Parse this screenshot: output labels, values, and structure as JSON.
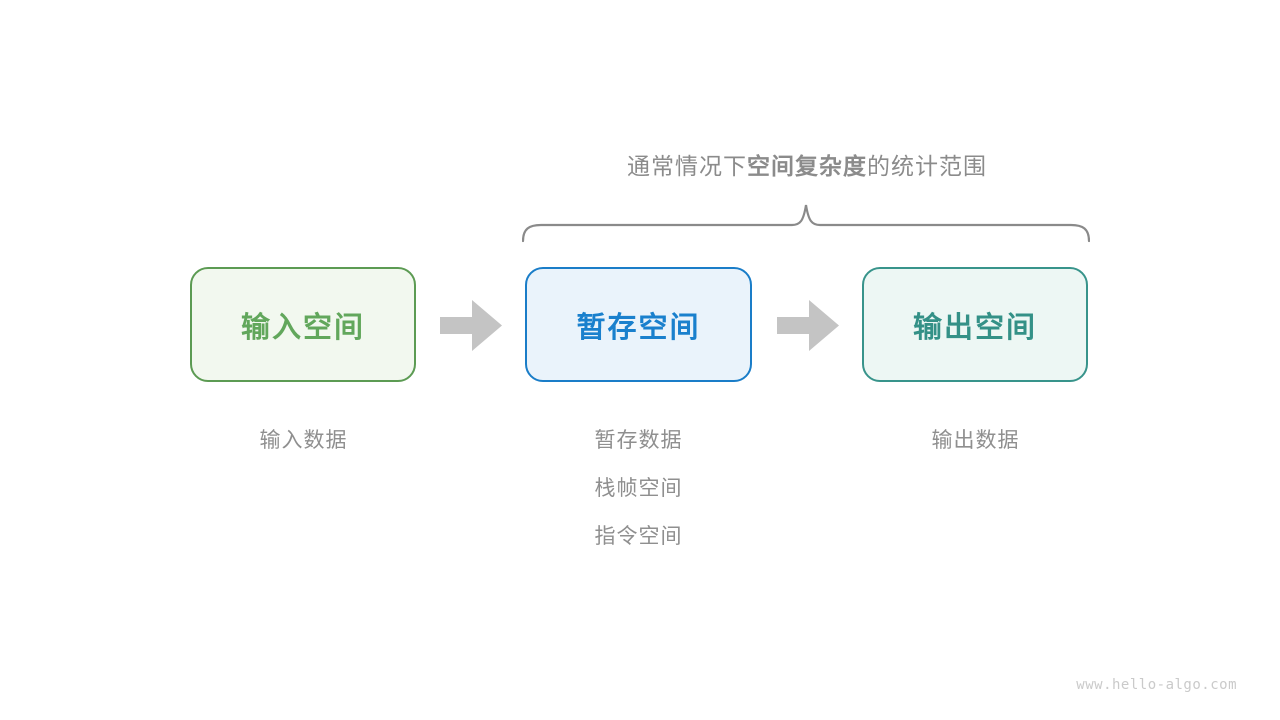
{
  "title": {
    "prefix": "通常情况下",
    "bold": "空间复杂度",
    "suffix": "的统计范围"
  },
  "boxes": [
    {
      "label": "输入空间",
      "text_color": "#62a75c",
      "border_color": "#5c9b53",
      "bg_color": "#f2f8ef",
      "sub_labels": [
        "输入数据"
      ]
    },
    {
      "label": "暂存空间",
      "text_color": "#1a80cd",
      "border_color": "#1a7dc8",
      "bg_color": "#eaf3fb",
      "sub_labels": [
        "暂存数据",
        "栈帧空间",
        "指令空间"
      ]
    },
    {
      "label": "输出空间",
      "text_color": "#349187",
      "border_color": "#38948b",
      "bg_color": "#edf7f4",
      "sub_labels": [
        "输出数据"
      ]
    }
  ],
  "icons": {
    "arrow": "block-arrow-right",
    "brace": "horizontal-curly-brace"
  },
  "colors": {
    "title_text": "#8b8b8b",
    "sub_label_text": "#8f8f8f",
    "arrow": "#c4c4c4",
    "brace": "#8a8a8a",
    "background": "#ffffff",
    "watermark_text": "#cacaca"
  },
  "watermark": "www.hello-algo.com"
}
